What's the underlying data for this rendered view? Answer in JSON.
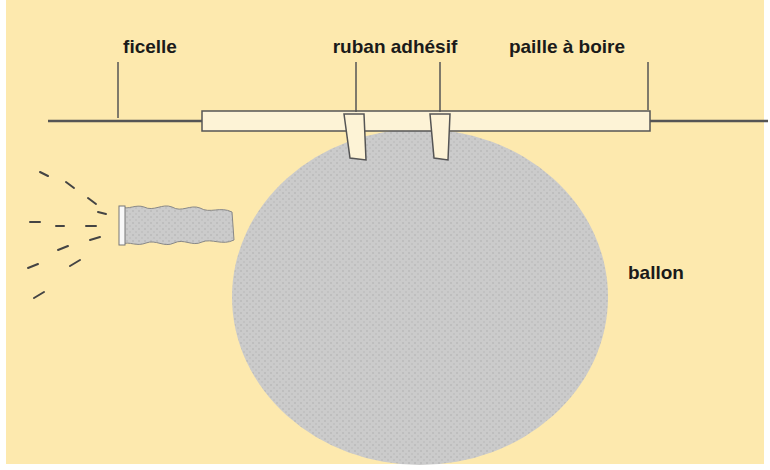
{
  "diagram": {
    "labels": [
      "ficelle",
      "ruban adhésif",
      "paille à boire",
      "ballon"
    ]
  }
}
